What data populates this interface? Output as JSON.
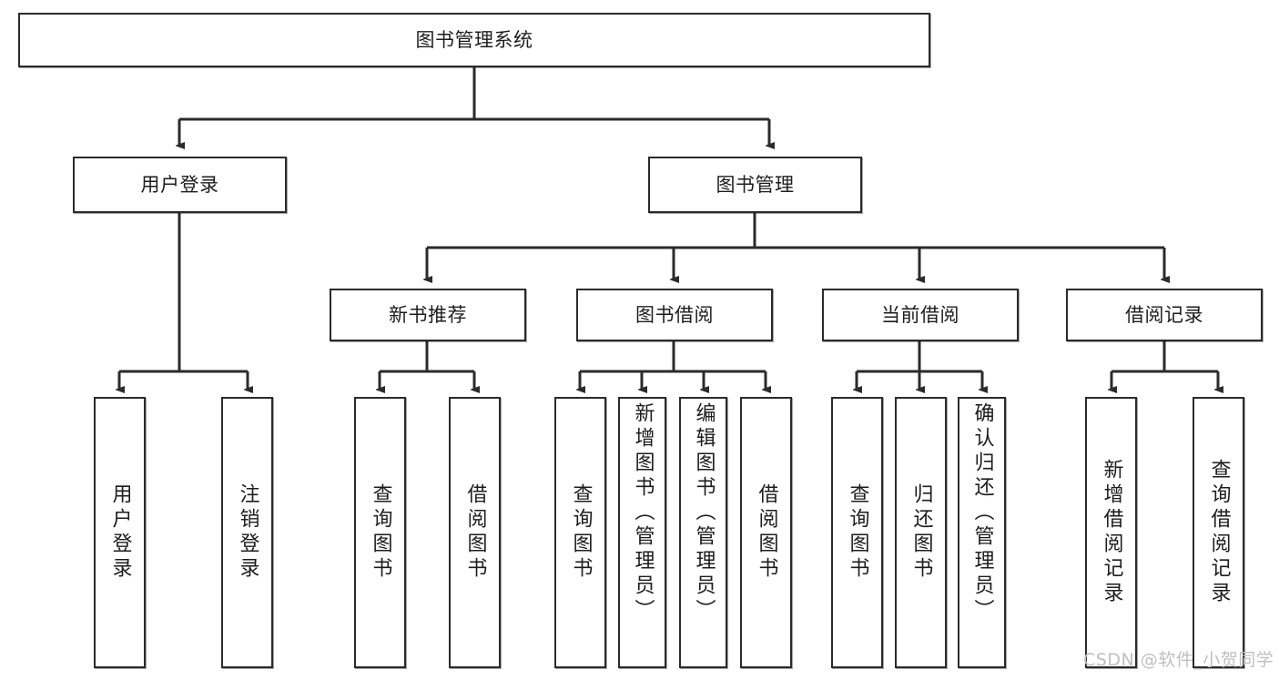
{
  "diagram": {
    "title": "图书管理系统",
    "type": "hierarchy-tree",
    "watermark": "CSDN @软件_小贺同学",
    "colors": {
      "box_border": "#2b2b2b",
      "box_fill": "#ffffff",
      "connector": "#2b2b2b",
      "text": "#1d1d1d",
      "watermark": "#bfbfbf"
    },
    "root": {
      "label": "图书管理系统"
    },
    "level2": [
      {
        "label": "用户登录"
      },
      {
        "label": "图书管理"
      }
    ],
    "level3": [
      {
        "label": "新书推荐"
      },
      {
        "label": "图书借阅"
      },
      {
        "label": "当前借阅"
      },
      {
        "label": "借阅记录"
      }
    ],
    "leaves": {
      "user_login": [
        {
          "label": "用户登录"
        },
        {
          "label": "注销登录"
        }
      ],
      "new_book_recommend": [
        {
          "label": "查询图书"
        },
        {
          "label": "借阅图书"
        }
      ],
      "book_borrow": [
        {
          "label": "查询图书"
        },
        {
          "label": "新增图书（管理员）"
        },
        {
          "label": "编辑图书（管理员）"
        },
        {
          "label": "借阅图书"
        }
      ],
      "current_borrow": [
        {
          "label": "查询图书"
        },
        {
          "label": "归还图书"
        },
        {
          "label": "确认归还（管理员）"
        }
      ],
      "borrow_record": [
        {
          "label": "新增借阅记录"
        },
        {
          "label": "查询借阅记录"
        }
      ]
    }
  }
}
